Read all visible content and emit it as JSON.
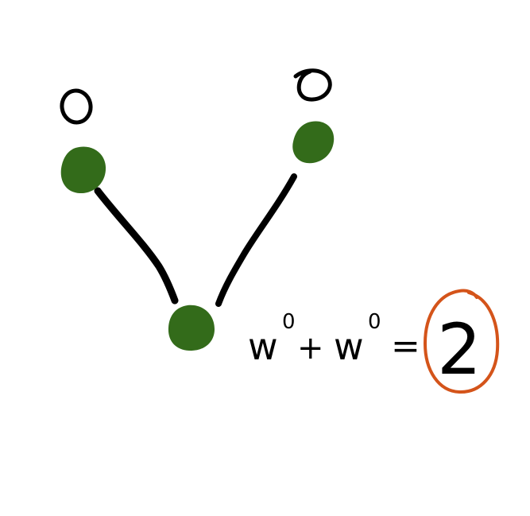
{
  "diagram": {
    "colors": {
      "node": "#336b1a",
      "edge": "#000000",
      "ink": "#000000",
      "highlight": "#d4541a",
      "background": "#ffffff"
    },
    "nodes": [
      {
        "id": "left-leaf",
        "label": "0"
      },
      {
        "id": "right-leaf",
        "label": "0"
      },
      {
        "id": "root",
        "label": ""
      }
    ],
    "edges": [
      {
        "from": "left-leaf",
        "to": "root"
      },
      {
        "from": "right-leaf",
        "to": "root"
      }
    ],
    "equation": {
      "term1_base": "w",
      "term1_exp": "0",
      "plus": "+",
      "term2_base": "w",
      "term2_exp": "0",
      "equals": "=",
      "result": "2"
    }
  }
}
